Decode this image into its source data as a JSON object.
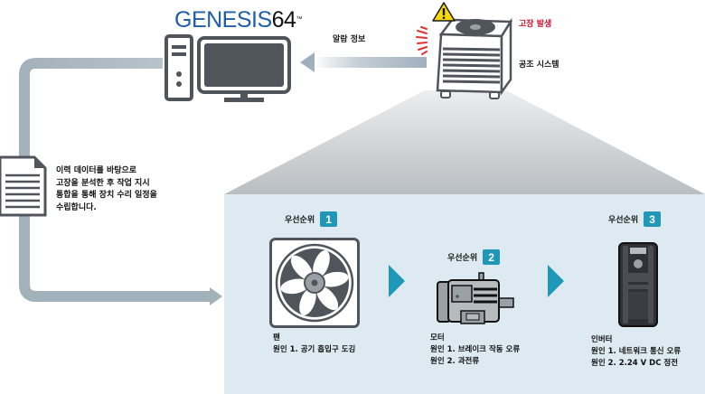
{
  "logo": {
    "brand": "GENESIS",
    "number": "64",
    "trademark": "™"
  },
  "labels": {
    "alarm_info": "알람 정보",
    "fault_occurred": "고장 발생",
    "hvac_system": "공조 시스템"
  },
  "description": "이력 데이터를 바탕으로\n고장을 분석한 후 작업 지시\n통합을 통해 장치 수리 일정을\n수립합니다.",
  "components": [
    {
      "priority_label": "우선순위",
      "priority": "1",
      "name": "팬",
      "causes": [
        "원인 1.  공기 흡입구 도깅"
      ]
    },
    {
      "priority_label": "우선순위",
      "priority": "2",
      "name": "모터",
      "causes": [
        "원인 1. 브레이크 작동 오류",
        "원인 2. 과전류"
      ]
    },
    {
      "priority_label": "우선순위",
      "priority": "3",
      "name": "인버터",
      "causes": [
        "원인 1. 네트워크 통신 오류",
        "원인 2. 2.24 V DC 정전"
      ]
    }
  ],
  "colors": {
    "brand_blue": "#1f5fa8",
    "accent_teal": "#2197b8",
    "alert_red": "#d0112b",
    "panel_bg": "#deeaf2",
    "icon_gray": "#50555c",
    "flow_arrow": "#a3b1bb"
  }
}
